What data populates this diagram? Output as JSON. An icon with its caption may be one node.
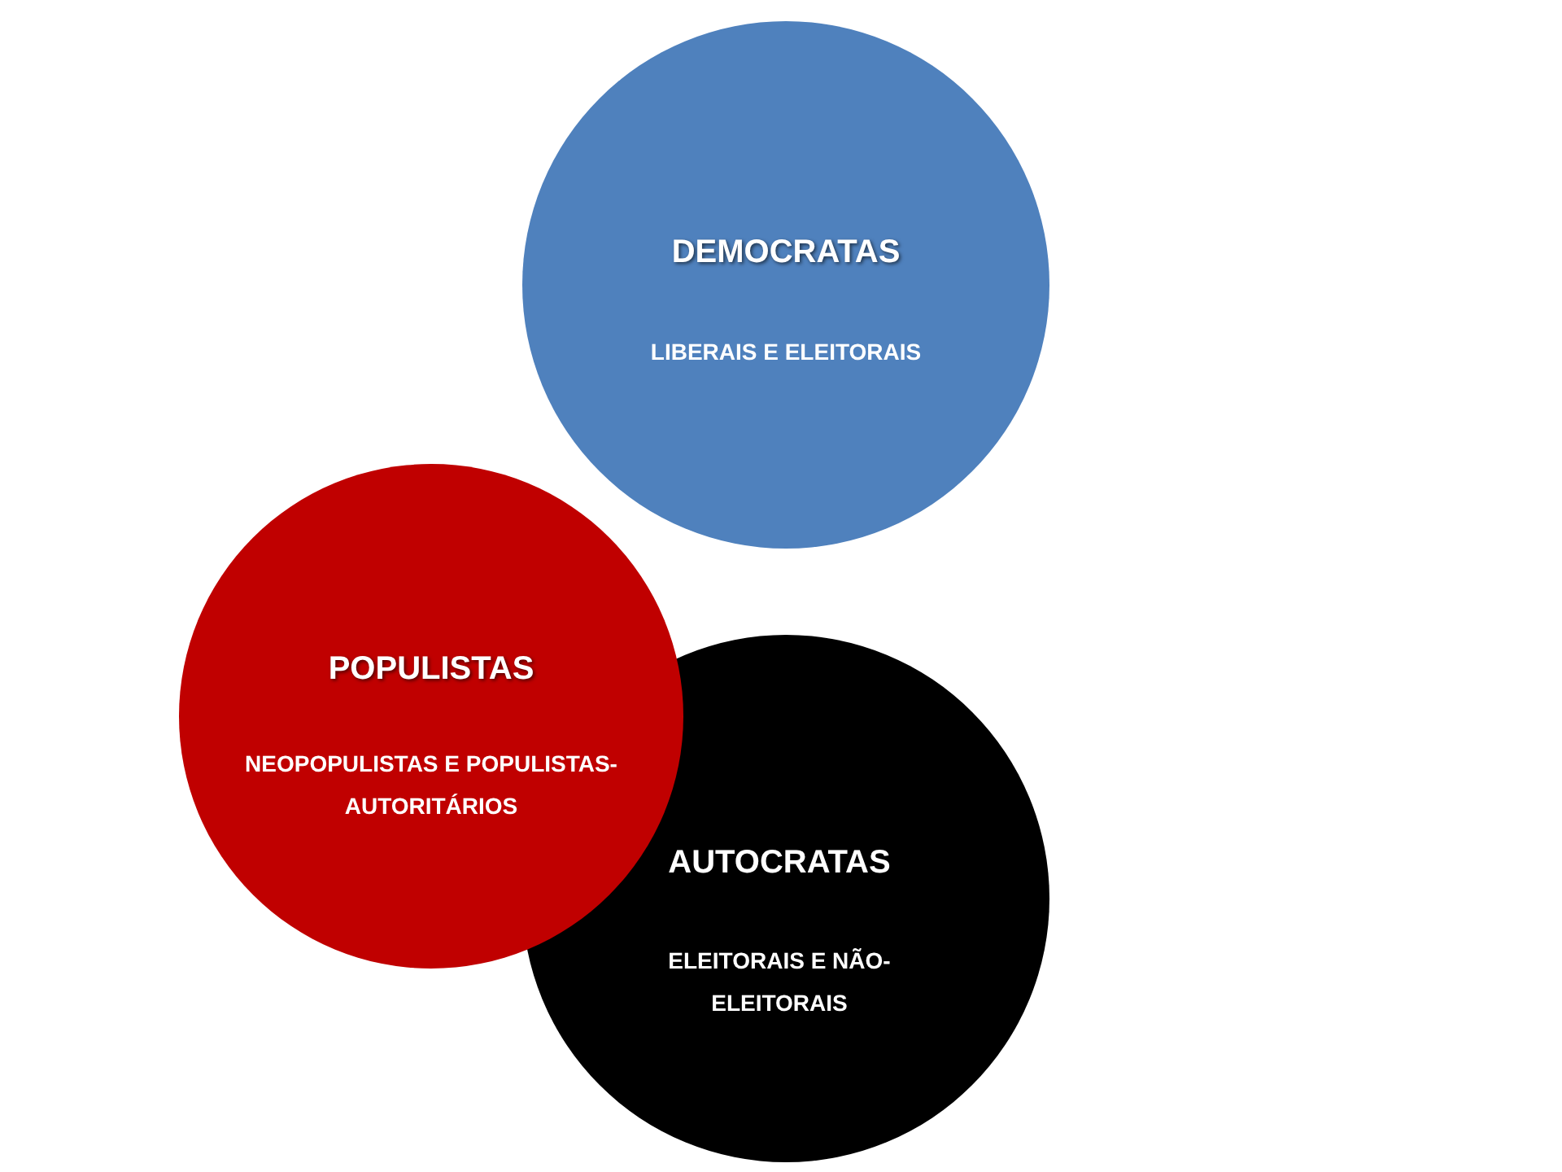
{
  "diagram": {
    "nodes": [
      {
        "text": [
          "DEMOCRATAS",
          "LIBERAIS E ELEITORAIS"
        ]
      },
      {
        "text": [
          "POPULISTAS",
          "NEOPOPULISTAS E POPULISTAS-AUTORITÁRIOS"
        ]
      },
      {
        "text": [
          "AUTOCRATAS",
          "ELEITORAIS E NÃO-ELEITORAIS"
        ]
      }
    ]
  }
}
